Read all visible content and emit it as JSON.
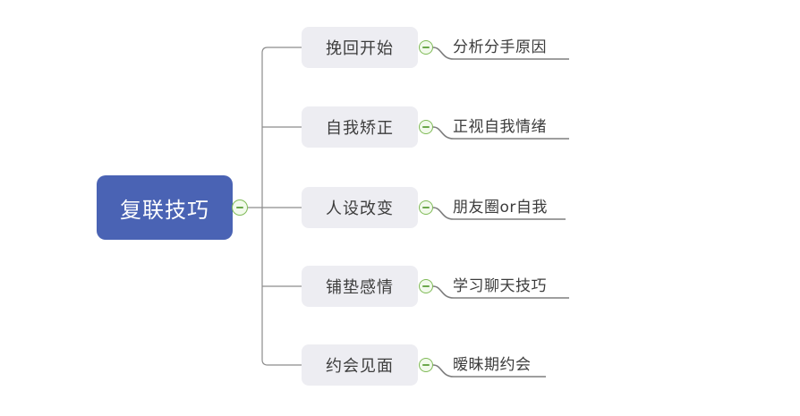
{
  "root": {
    "label": "复联技巧"
  },
  "branches": [
    {
      "label": "挽回开始",
      "leaf": "分析分手原因"
    },
    {
      "label": "自我矫正",
      "leaf": "正视自我情绪"
    },
    {
      "label": "人设改变",
      "leaf": "朋友圈or自我"
    },
    {
      "label": "铺垫感情",
      "leaf": "学习聊天技巧"
    },
    {
      "label": "约会见面",
      "leaf": "暧昧期约会"
    }
  ],
  "icons": {
    "collapse": "minus-circle"
  },
  "theme": {
    "root_bg": "#4A63B4",
    "root_text": "#FFFFFF",
    "branch_bg": "#EDEDF2",
    "branch_text": "#3D3D3D",
    "leaf_text": "#3C3C3C",
    "line_color": "#8C8C8C",
    "leaf_line_color": "#7E7E7E",
    "collapse_border": "#7FBA57",
    "collapse_fill": "#F2FAEC",
    "collapse_minus": "#6BA74B",
    "canvas_bg": "#FFFFFF"
  }
}
